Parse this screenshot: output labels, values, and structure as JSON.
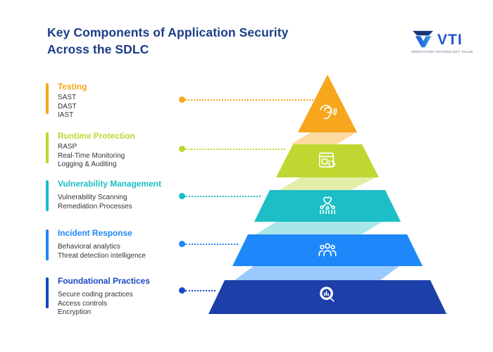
{
  "title": {
    "line1": "Key Components of Application Security",
    "line2": "Across the SDLC",
    "color": "#1B3C87"
  },
  "logo": {
    "name": "VTI",
    "tagline": "INNOVATION TECHNOLOGY VALUE",
    "text_color": "#2355CF",
    "mark_navy": "#16357C",
    "mark_blue_start": "#1E55D4",
    "mark_blue_end": "#2F9BEA"
  },
  "body_text_color": "#333333",
  "levels": [
    {
      "label": "Testing",
      "color": "#F7A81C",
      "fill": "#F7A61D",
      "items": [
        "SAST",
        "DAST",
        "IAST"
      ],
      "icon": "ear-listening-icon"
    },
    {
      "label": "Runtime Protection",
      "color": "#BFD730",
      "fill": "#BFD730",
      "items": [
        "RASP",
        "Real-Time Monitoring",
        "Logging & Auditing"
      ],
      "icon": "app-window-click-icon"
    },
    {
      "label": "Vulnerability Management",
      "color": "#19BEC8",
      "fill": "#1DBEC6",
      "items": [
        "Vulnerability Scanning",
        "Remediation Processes"
      ],
      "icon": "heart-care-people-icon"
    },
    {
      "label": "Incident Response",
      "color": "#1E87F8",
      "fill": "#1E88FA",
      "items": [
        "Behavioral analytics",
        "Threat detection intelligence"
      ],
      "icon": "team-people-icon"
    },
    {
      "label": "Foundational Practices",
      "color": "#1A46C2",
      "fill": "#1C3FA9",
      "items": [
        "Secure coding practices",
        "Access controls",
        "Encryption"
      ],
      "icon": "magnifier-analytics-icon"
    }
  ]
}
